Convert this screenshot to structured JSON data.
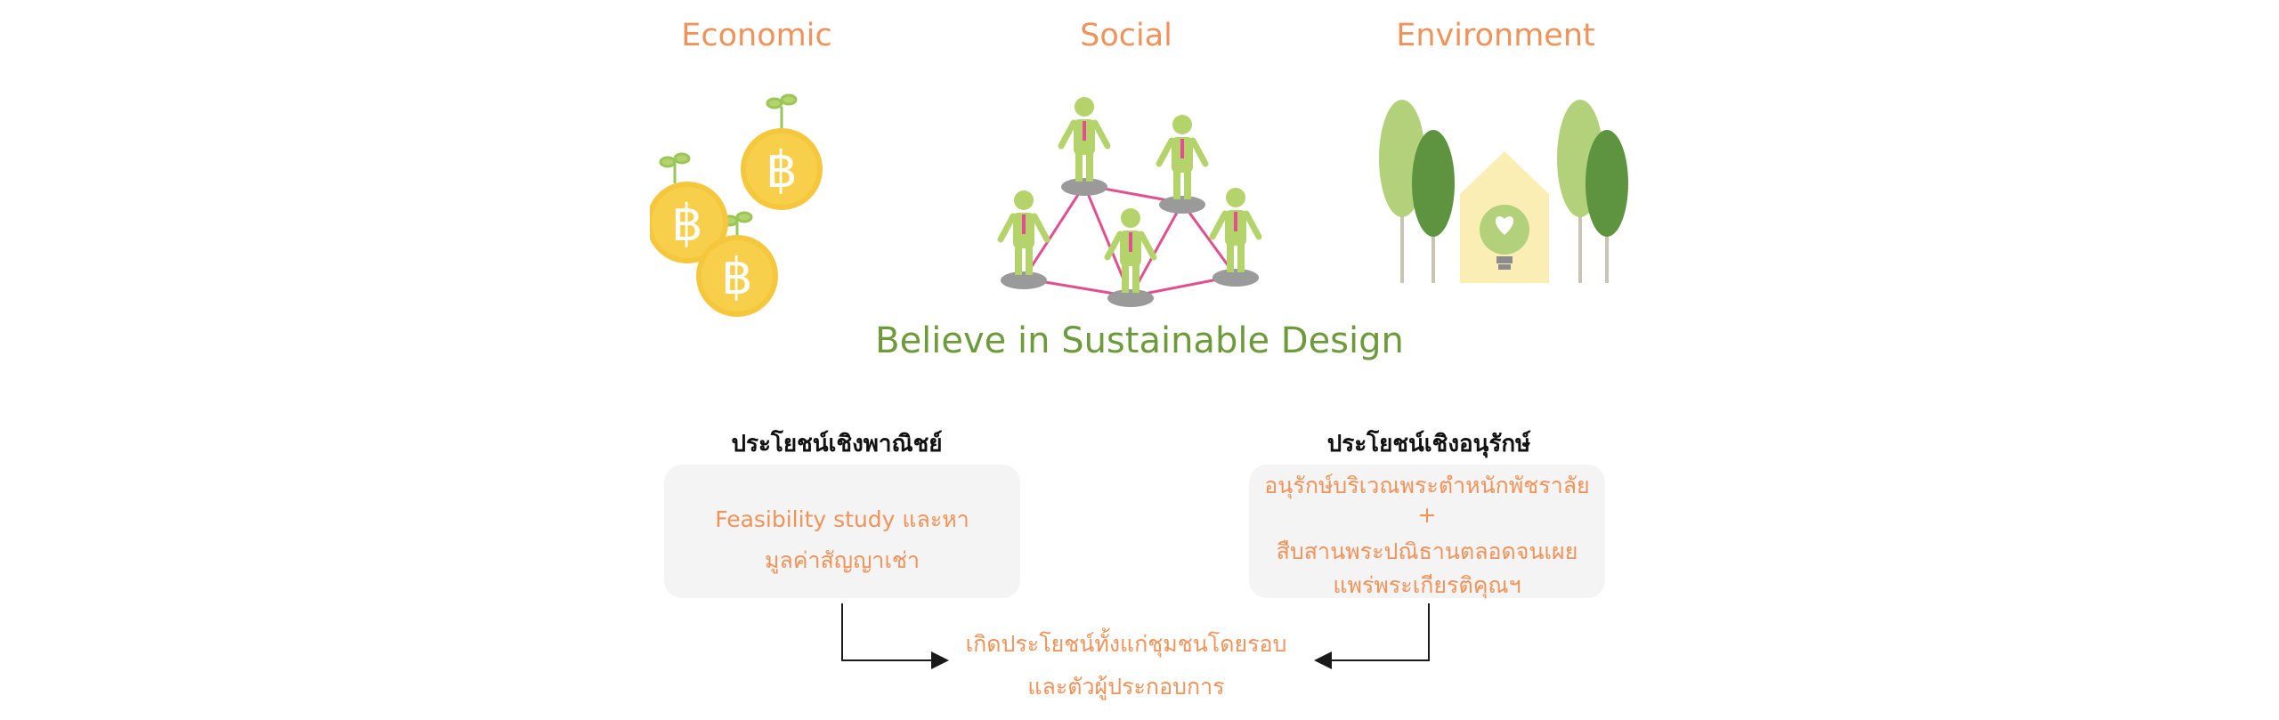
{
  "pillars": [
    {
      "title": "Economic",
      "icon": "baht-coin-sprout-icon"
    },
    {
      "title": "Social",
      "icon": "people-network-icon"
    },
    {
      "title": "Environment",
      "icon": "trees-house-bulb-icon"
    }
  ],
  "headline": "Believe in Sustainable Design",
  "columns": {
    "commercial": {
      "heading": "ประโยชน์เชิงพาณิชย์",
      "lines": [
        "Feasibility study และหา",
        "มูลค่าสัญญาเช่า"
      ]
    },
    "conservation": {
      "heading": "ประโยชน์เชิงอนุรักษ์",
      "lines": [
        "อนุรักษ์บริเวณพระตำหนักพัชราลัย",
        "+",
        "สืบสานพระปณิธานตลอดจนเผย",
        "แพร่พระเกียรติคุณฯ"
      ]
    }
  },
  "outcome": {
    "lines": [
      "เกิดประโยชน์ทั้งแก่ชุมชนโดยรอบ",
      "และตัวผู้ประกอบการ"
    ]
  },
  "colors": {
    "accent_orange": "#f0935a",
    "headline_green": "#6d9a3a",
    "coin_yellow": "#f4c73c",
    "figure_green": "#b5d36b",
    "tie_pink": "#e24f8e",
    "tree_light": "#b2d17a",
    "tree_dark": "#5e9440"
  }
}
